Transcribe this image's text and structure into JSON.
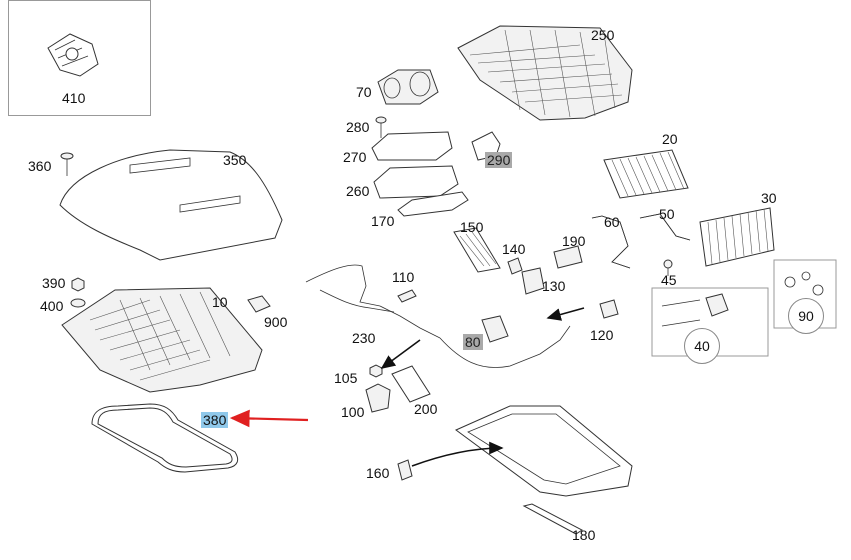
{
  "diagram": {
    "labels": {
      "p410": "410",
      "p360": "360",
      "p350": "350",
      "p390": "390",
      "p400": "400",
      "p10": "10",
      "p900": "900",
      "p380": "380",
      "p70": "70",
      "p280": "280",
      "p270": "270",
      "p260": "260",
      "p170": "170",
      "p290": "290",
      "p250": "250",
      "p20": "20",
      "p30": "30",
      "p50": "50",
      "p60": "60",
      "p150": "150",
      "p140": "140",
      "p190": "190",
      "p45": "45",
      "p110": "110",
      "p130": "130",
      "p120": "120",
      "p230": "230",
      "p80": "80",
      "p105": "105",
      "p100": "100",
      "p200": "200",
      "p40": "40",
      "p90": "90",
      "p160": "160",
      "p180": "180"
    },
    "colors": {
      "highlight_selected": "#8fc8ea",
      "highlight_muted": "#a9a9a9",
      "pointer_arrow": "#e02020"
    }
  }
}
